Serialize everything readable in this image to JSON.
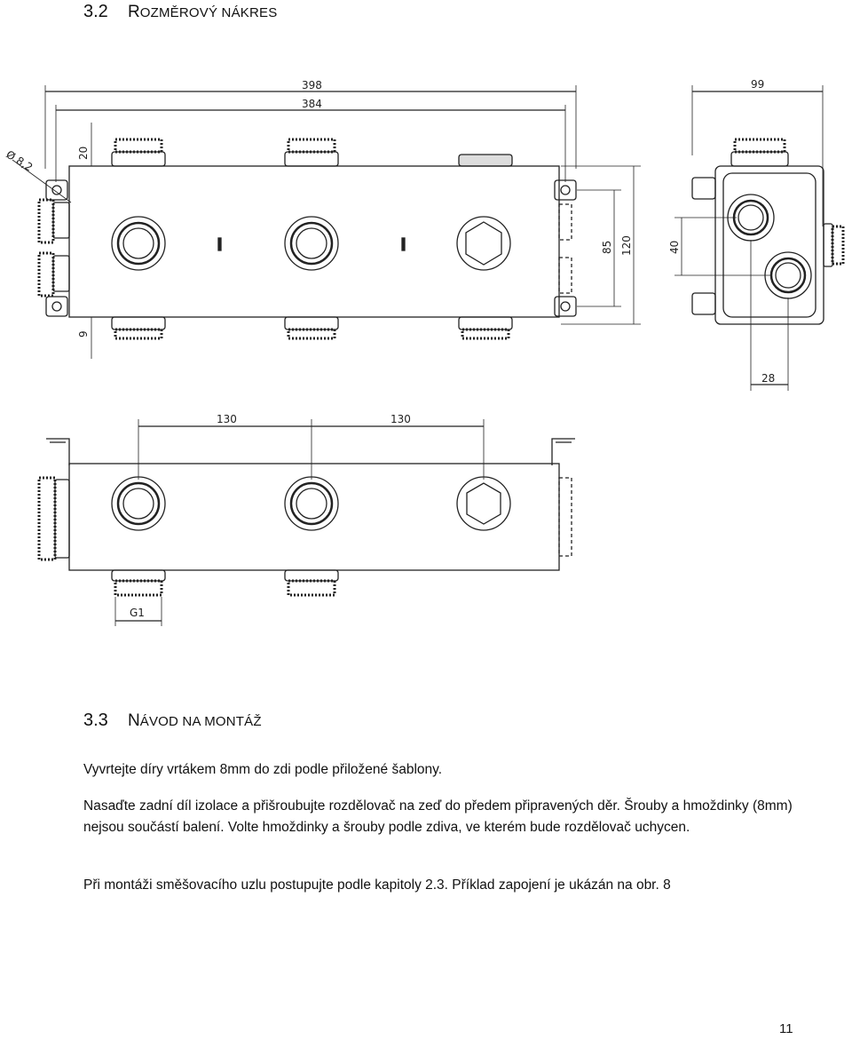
{
  "section_32": {
    "number": "3.2",
    "title_first": "R",
    "title_rest": "OZMĚROVÝ NÁKRES"
  },
  "section_33": {
    "number": "3.3",
    "title_first": "N",
    "title_rest": "ÁVOD NA MONTÁŽ"
  },
  "drawing": {
    "dims": {
      "total_width": "398",
      "inner_width": "384",
      "side_width": "99",
      "hole_diameter": "Ø 8,2",
      "top_offset": "20",
      "bottom_offset": "9",
      "mount_height": "85",
      "body_height": "120",
      "side_port_height": "40",
      "side_port_offset": "28",
      "spacing_1": "130",
      "spacing_2": "130",
      "thread": "G1"
    }
  },
  "paragraphs": {
    "p1": "Vyvrtejte díry vrtákem 8mm do zdi podle přiložené šablony.",
    "p2": "Nasaďte zadní díl izolace a přišroubujte rozdělovač na zeď do předem připravených děr. Šrouby a hmoždinky (8mm) nejsou součástí balení. Volte hmoždinky a šrouby podle zdiva, ve kterém bude rozdělovač uchycen.",
    "p3": "Při montáži směšovacího uzlu postupujte podle kapitoly 2.3. Příklad zapojení je ukázán na obr. 8"
  },
  "page_number": "11"
}
